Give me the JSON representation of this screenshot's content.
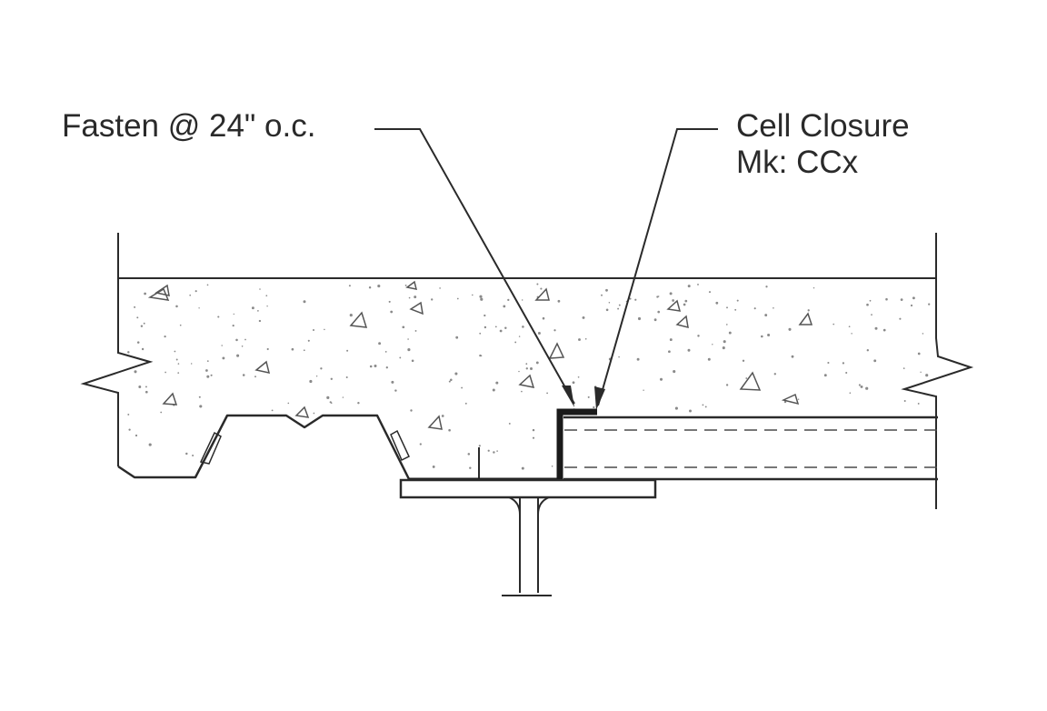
{
  "annotations": {
    "fasten": "Fasten @ 24\" o.c.",
    "cell_closure": {
      "title": "Cell Closure",
      "mark": "Mk: CCx"
    }
  },
  "colors": {
    "linework": "#2a2a2a",
    "stipple": "#8a8a8a",
    "background": "#ffffff"
  }
}
